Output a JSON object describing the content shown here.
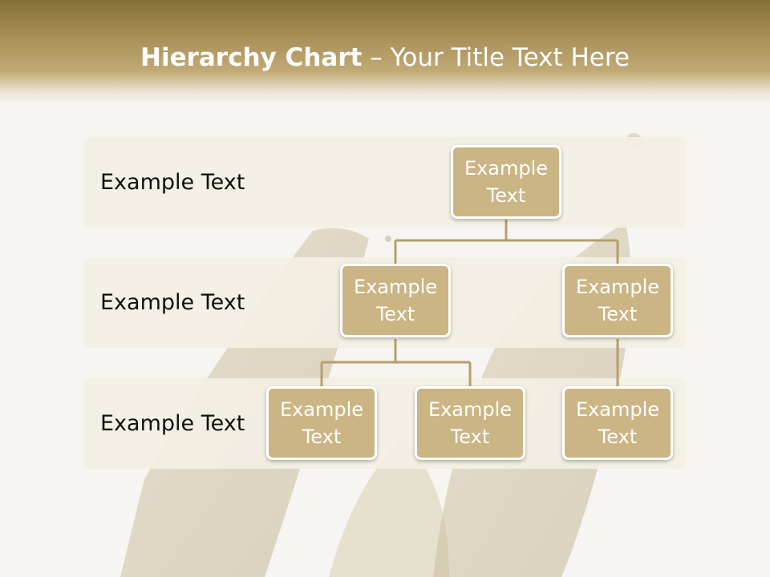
{
  "title": {
    "bold": "Hierarchy Chart",
    "rest": " – Your Title Text Here"
  },
  "rows": [
    {
      "label": "Example Text"
    },
    {
      "label": "Example Text"
    },
    {
      "label": "Example Text"
    }
  ],
  "nodes": {
    "root": "Example Text",
    "level2_left": "Example Text",
    "level2_right": "Example Text",
    "level3_a": "Example Text",
    "level3_b": "Example Text",
    "level3_c": "Example Text"
  },
  "colors": {
    "node_fill": "#cbb584",
    "node_border": "#ffffff",
    "connector": "#b69f6c",
    "band": "#f3efe4",
    "title_bar": "#a88f58"
  }
}
